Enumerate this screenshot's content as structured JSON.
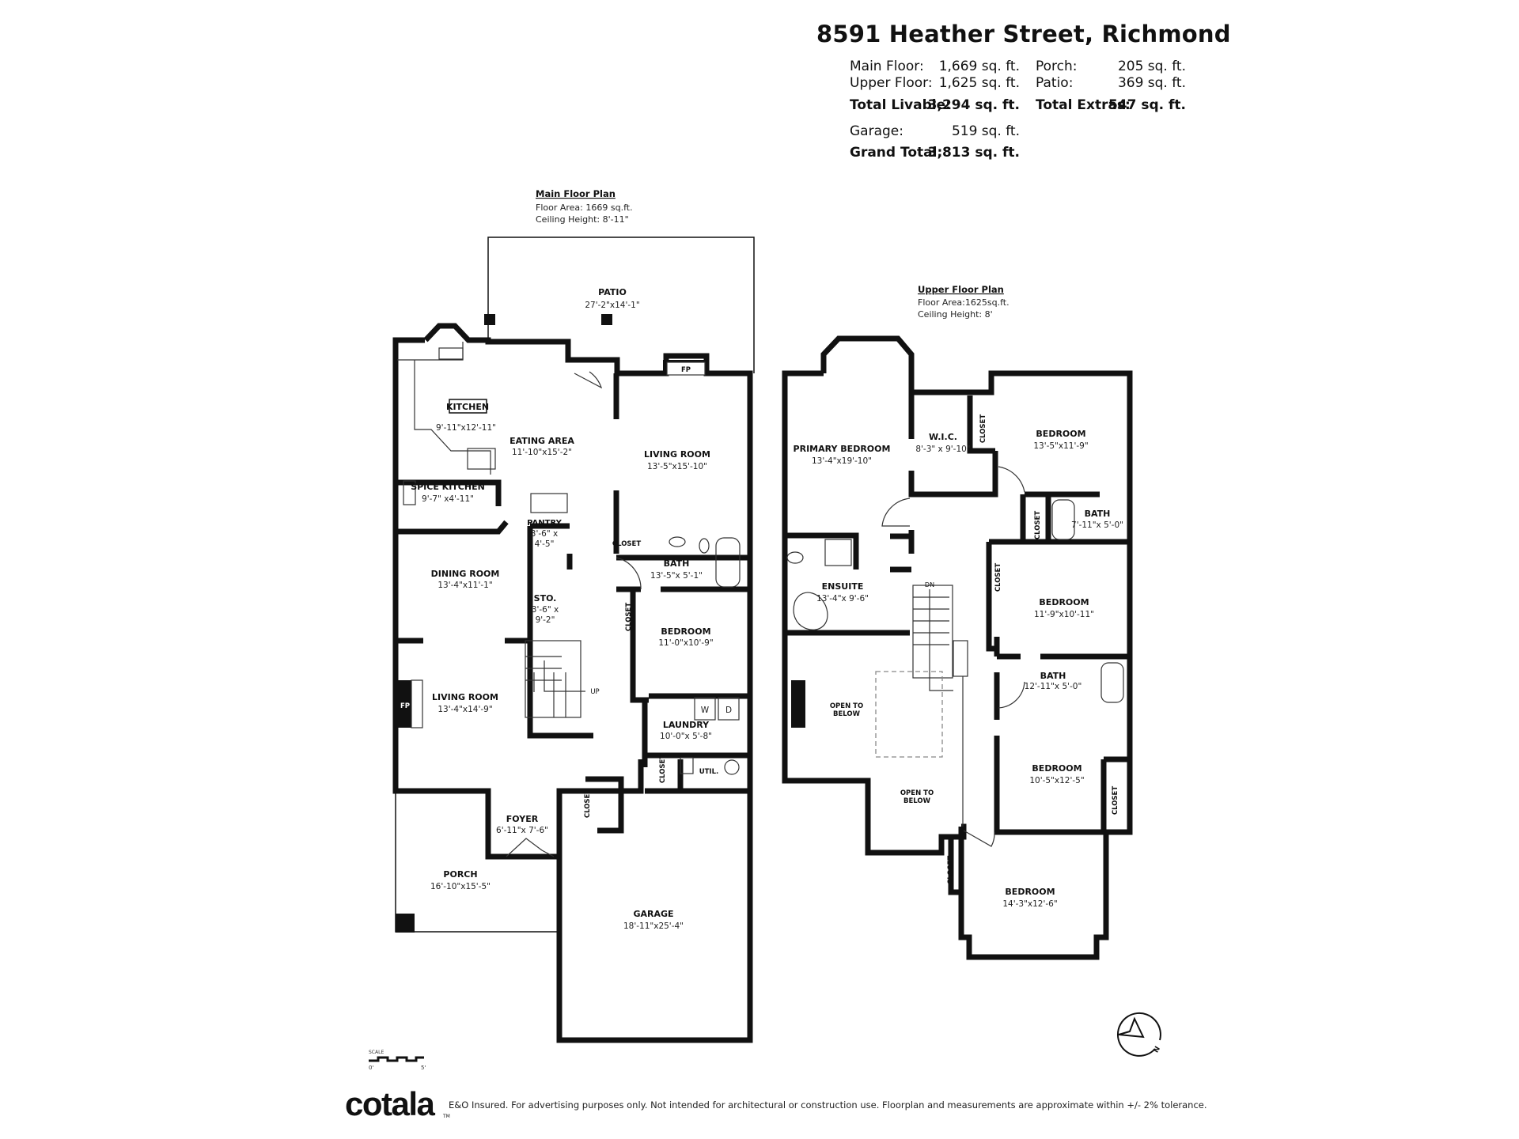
{
  "header": {
    "address": "8591 Heather Street, Richmond",
    "main_floor": {
      "label": "Main Floor:",
      "value": "1,669 sq. ft."
    },
    "upper_floor": {
      "label": "Upper Floor:",
      "value": "1,625 sq. ft."
    },
    "porch": {
      "label": "Porch:",
      "value": "205 sq. ft."
    },
    "patio": {
      "label": "Patio:",
      "value": "369 sq. ft."
    },
    "total_livable": {
      "label": "Total Livable:",
      "value": "3,294 sq. ft."
    },
    "total_extras": {
      "label": "Total Extras:",
      "value": "547 sq. ft."
    },
    "garage": {
      "label": "Garage:",
      "value": "519 sq. ft."
    },
    "grand_total": {
      "label": "Grand Total:",
      "value": "3,813 sq. ft."
    }
  },
  "main_floor": {
    "title": "Main Floor Plan",
    "area": "Floor Area: 1669 sq.ft.",
    "ceiling": "Ceiling Height: 8'-11\"",
    "rooms": [
      {
        "name": "PATIO",
        "dims": "27'-2\"x14'-1\""
      },
      {
        "name": "KITCHEN",
        "dims": "9'-11\"x12'-11\""
      },
      {
        "name": "EATING AREA",
        "dims": "11'-10\"x15'-2\""
      },
      {
        "name": "LIVING ROOM",
        "dims": "13'-5\"x15'-10\""
      },
      {
        "name": "SPICE KITCHEN",
        "dims": "9'-7\" x4'-11\""
      },
      {
        "name": "PANTRY",
        "dims": "3'-6\" x",
        "dims2": "4'-5\""
      },
      {
        "name": "BATH",
        "dims": "13'-5\"x 5'-1\""
      },
      {
        "name": "DINING ROOM",
        "dims": "13'-4\"x11'-1\""
      },
      {
        "name": "STO.",
        "dims": "3'-6\" x",
        "dims2": "9'-2\""
      },
      {
        "name": "BEDROOM",
        "dims": "11'-0\"x10'-9\""
      },
      {
        "name": "LIVING ROOM",
        "dims": "13'-4\"x14'-9\""
      },
      {
        "name": "LAUNDRY",
        "dims": "10'-0\"x 5'-8\""
      },
      {
        "name": "FOYER",
        "dims": "6'-11\"x 7'-6\""
      },
      {
        "name": "PORCH",
        "dims": "16'-10\"x15'-5\""
      },
      {
        "name": "GARAGE",
        "dims": "18'-11\"x25'-4\""
      }
    ],
    "closet": "CLOSET",
    "util": "UTIL.",
    "fp": "FP",
    "up": "UP",
    "washer": "W",
    "dryer": "D"
  },
  "upper_floor": {
    "title": "Upper Floor Plan",
    "area": "Floor Area:1625sq.ft.",
    "ceiling": "Ceiling Height: 8'",
    "rooms": [
      {
        "name": "PRIMARY BEDROOM",
        "dims": "13'-4\"x19'-10\""
      },
      {
        "name": "W.I.C.",
        "dims": "8'-3\" x 9'-10\""
      },
      {
        "name": "BEDROOM",
        "dims": "13'-5\"x11'-9\""
      },
      {
        "name": "BATH",
        "dims": "7'-11\"x 5'-0\""
      },
      {
        "name": "ENSUITE",
        "dims": "13'-4\"x 9'-6\""
      },
      {
        "name": "BEDROOM",
        "dims": "11'-9\"x10'-11\""
      },
      {
        "name": "BATH",
        "dims": "12'-11\"x 5'-0\""
      },
      {
        "name": "BEDROOM",
        "dims": "10'-5\"x12'-5\""
      },
      {
        "name": "BEDROOM",
        "dims": "14'-3\"x12'-6\""
      }
    ],
    "open_to_below": [
      "OPEN TO",
      "BELOW"
    ],
    "closet": "CLOSET",
    "dn": "DN"
  },
  "scale": {
    "label": "SCALE",
    "start": "0'",
    "end": "5'"
  },
  "compass": {
    "north": "N"
  },
  "footer": {
    "logo": "cotala",
    "tm": "TM",
    "disclaimer": "E&O Insured. For advertising purposes only. Not intended for architectural or construction use. Floorplan and measurements are approximate within +/- 2% tolerance."
  }
}
